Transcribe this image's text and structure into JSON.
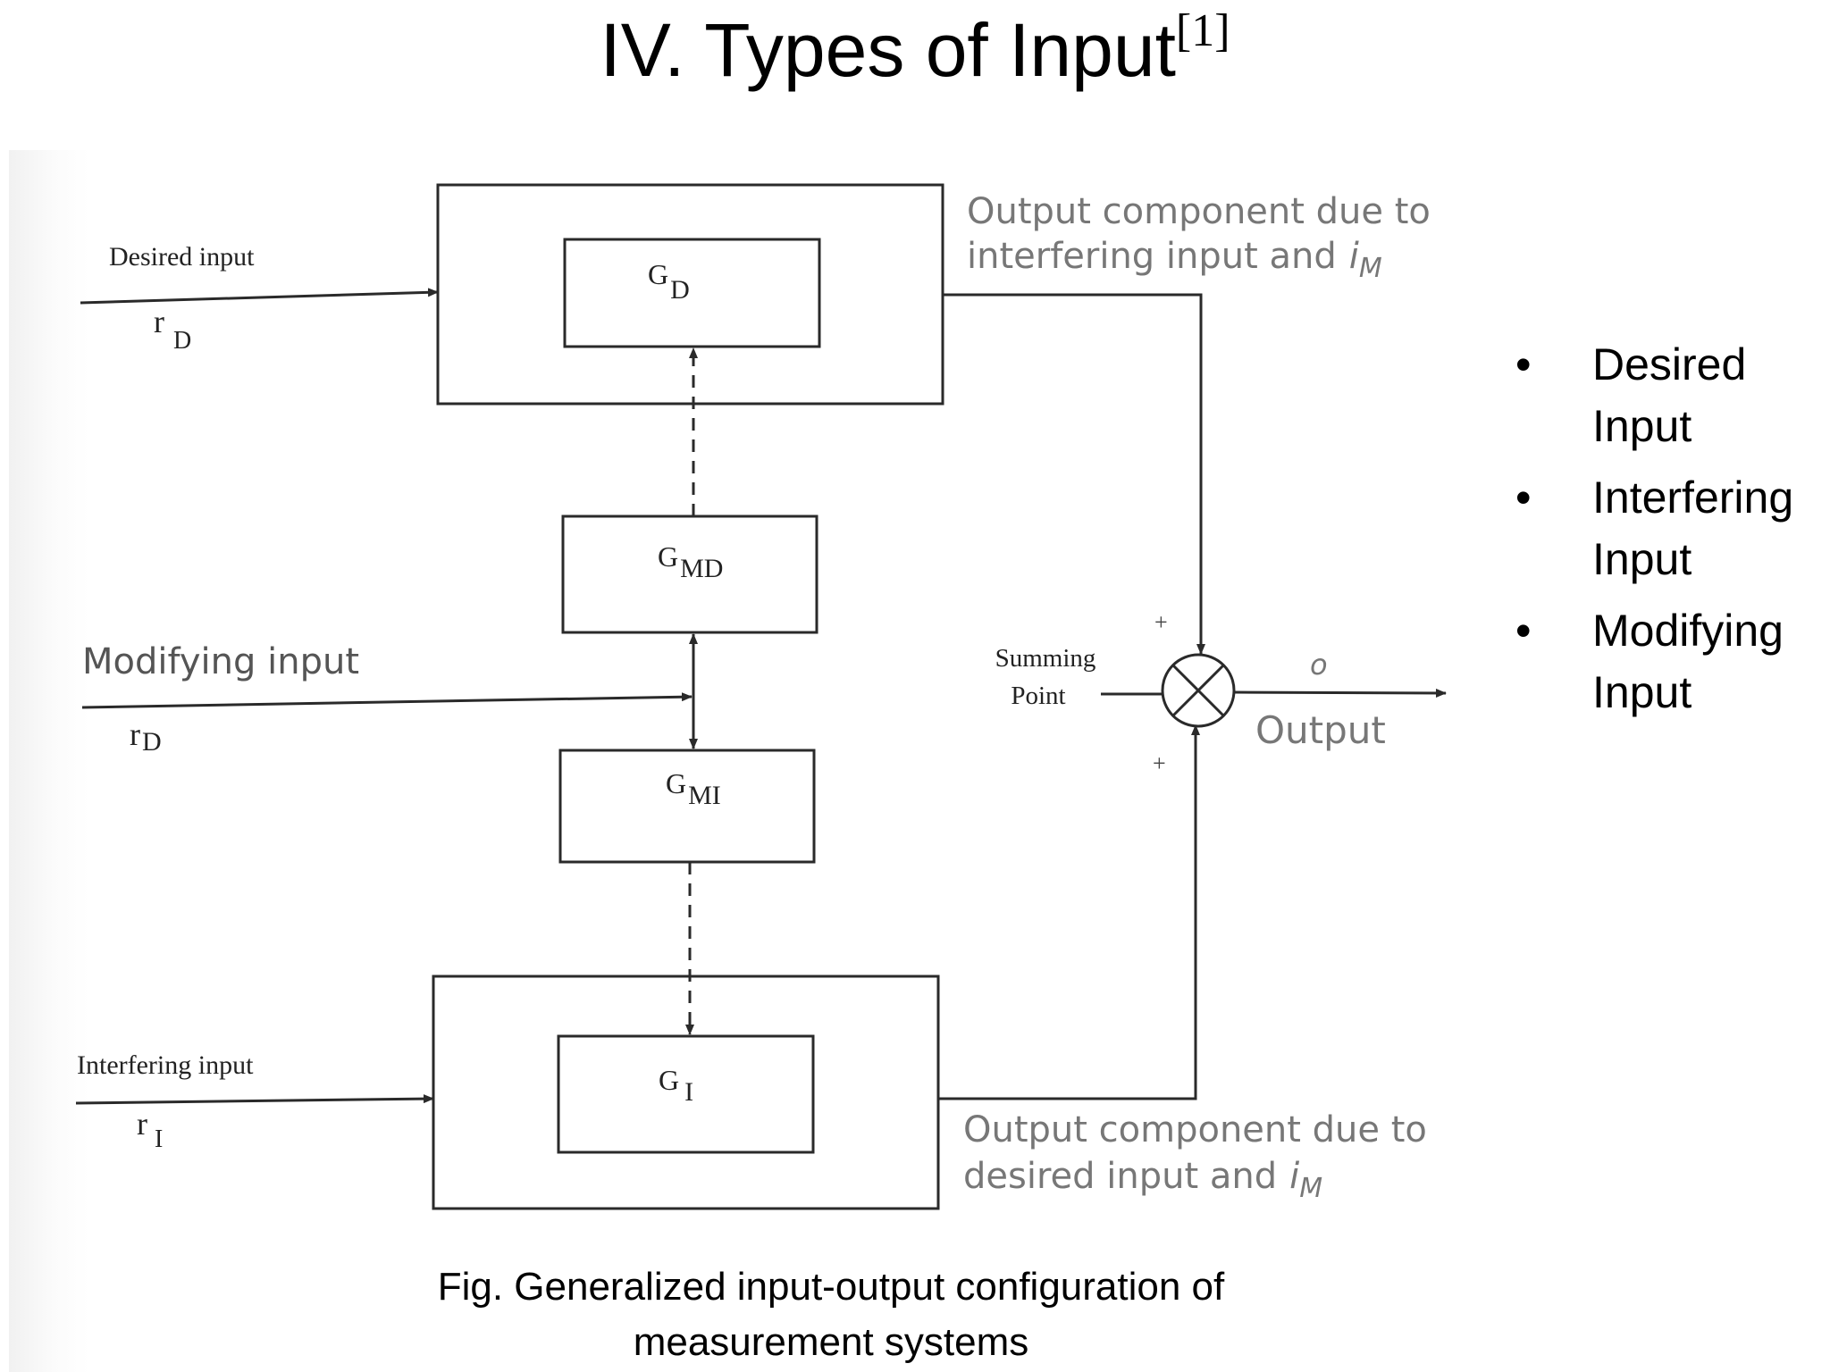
{
  "slide": {
    "title": "IV.  Types of Input",
    "title_ref": "[1]"
  },
  "diagram": {
    "inputs": {
      "desired_label": "Desired input",
      "desired_sym": "r",
      "desired_sub": "D",
      "modifying_label": "Modifying input",
      "modifying_sym": "r",
      "modifying_sub": "D",
      "interfering_label": "Interfering input",
      "interfering_sym": "r",
      "interfering_sub": "I"
    },
    "blocks": {
      "gd": {
        "sym": "G",
        "sub": "D"
      },
      "gmd": {
        "sym": "G",
        "sub": "MD"
      },
      "gmi": {
        "sym": "G",
        "sub": "MI"
      },
      "gi": {
        "sym": "G",
        "sub": "I"
      }
    },
    "annotations": {
      "top_line1": "Output component due to",
      "top_line2": "interfering input and",
      "top_i": "i",
      "top_m": "M",
      "bottom_line1": "Output component due to",
      "bottom_line2": "desired input and",
      "bottom_i": "i",
      "bottom_m": "M",
      "summing_line1": "Summing",
      "summing_line2": "Point",
      "plus_top": "+",
      "plus_bottom": "+",
      "output_symbol": "o",
      "output_label": "Output"
    },
    "caption_line1": "Fig. Generalized input-output configuration of",
    "caption_line2": "measurement systems"
  },
  "bullets": [
    {
      "marker": "•",
      "text_line1": "Desired",
      "text_line2": "Input"
    },
    {
      "marker": "•",
      "text_line1": "Interfering",
      "text_line2": "Input"
    },
    {
      "marker": "•",
      "text_line1": "Modifying",
      "text_line2": "Input"
    }
  ]
}
